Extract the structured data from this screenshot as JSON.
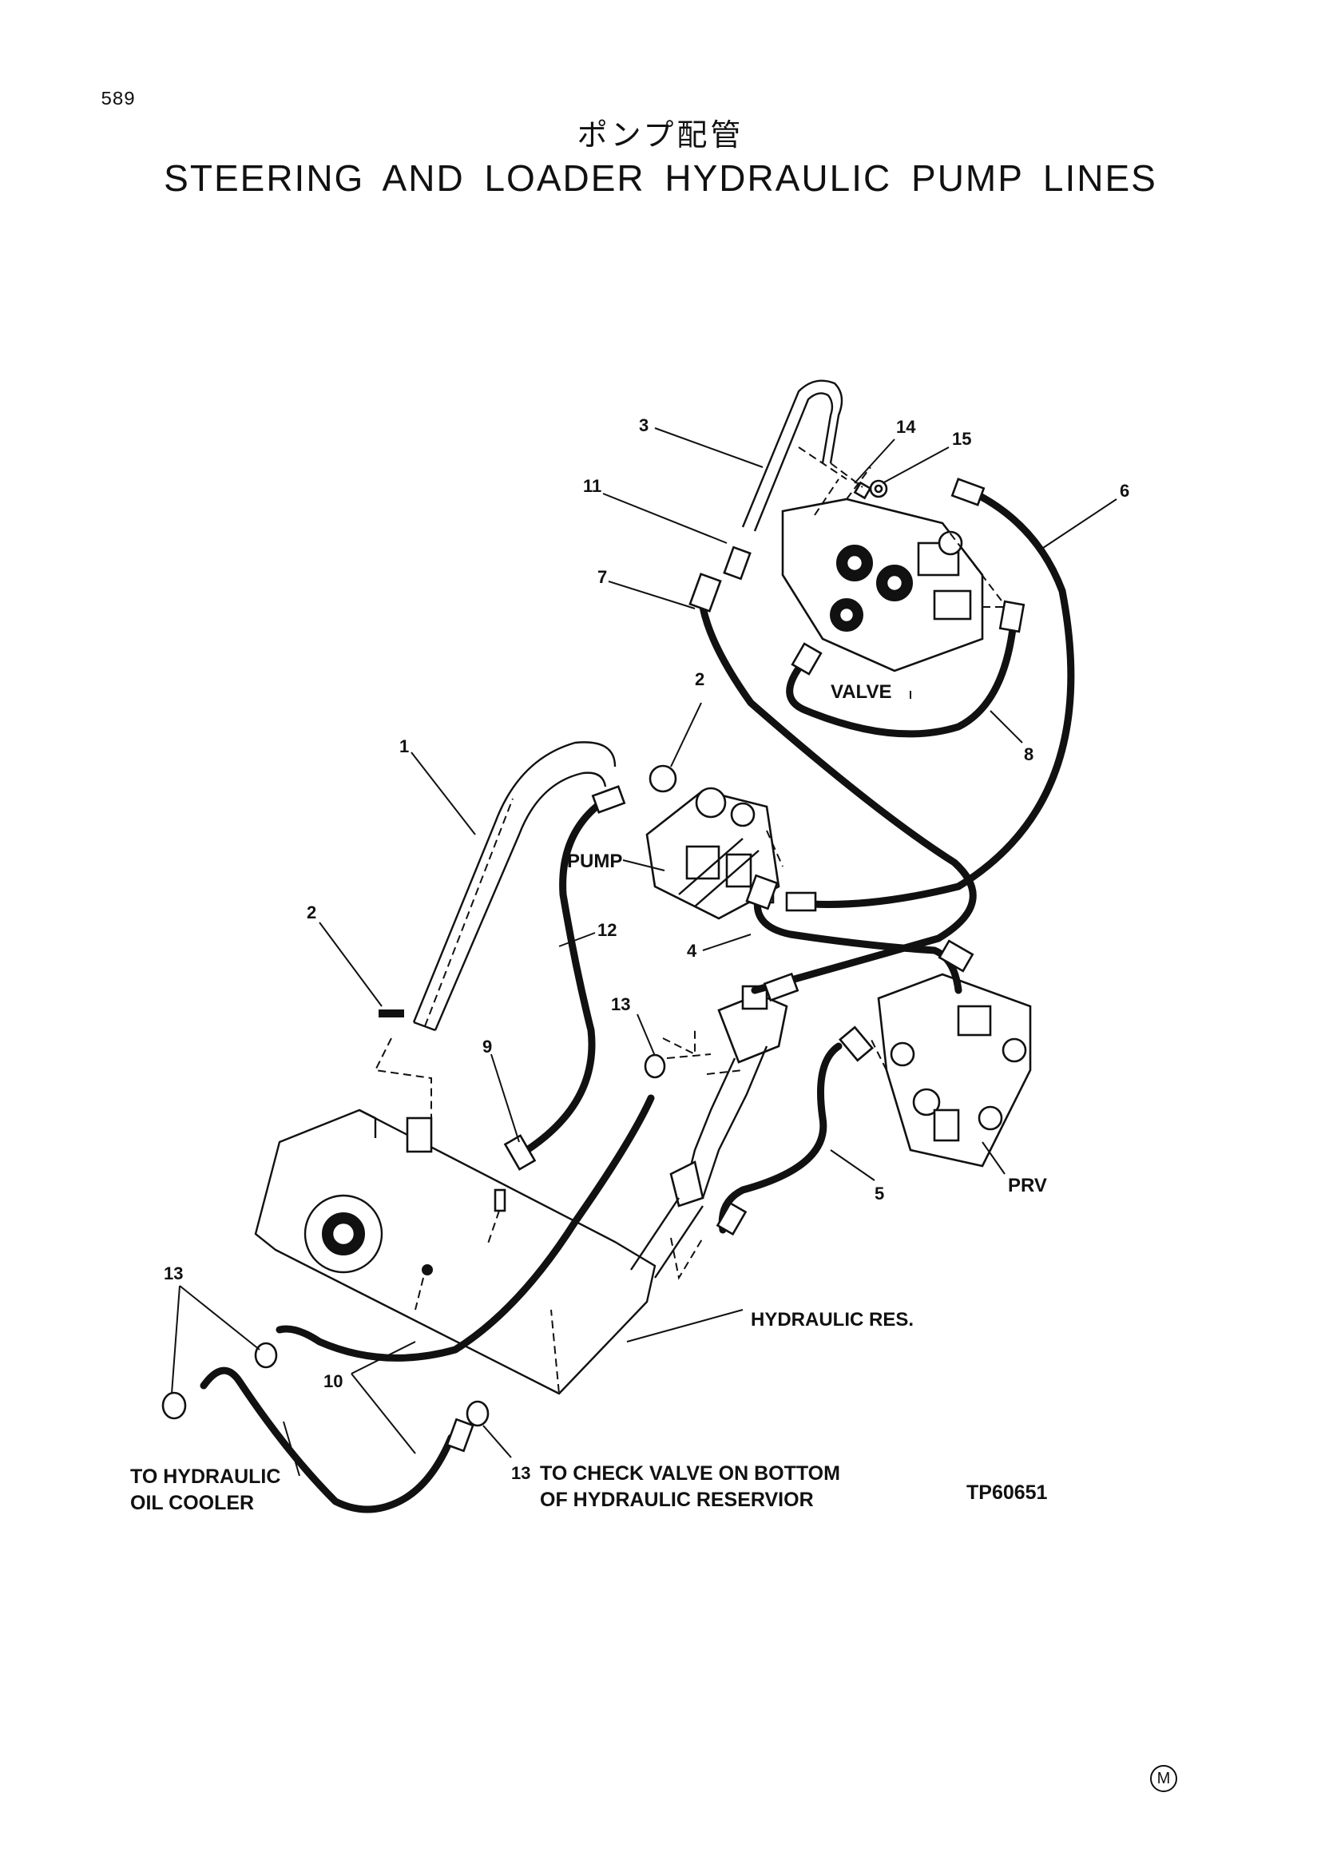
{
  "page_number": "589",
  "title_jp": "ポンプ配管",
  "title_en": "STEERING AND LOADER HYDRAULIC PUMP LINES",
  "figure_id": "TP60651",
  "components": {
    "valve": "VALVE",
    "pump": "PUMP",
    "prv": "PRV",
    "reservoir": "HYDRAULIC RES."
  },
  "callouts": {
    "c1": "1",
    "c2a": "2",
    "c2b": "2",
    "c3": "3",
    "c4": "4",
    "c5": "5",
    "c6": "6",
    "c7": "7",
    "c8": "8",
    "c9": "9",
    "c10": "10",
    "c11": "11",
    "c12": "12",
    "c13a": "13",
    "c13b": "13",
    "c13c": "13",
    "c14": "14",
    "c15": "15"
  },
  "notes": {
    "cooler_line1": "TO HYDRAULIC",
    "cooler_line2": "OIL COOLER",
    "check_line1": "TO CHECK VALVE ON BOTTOM",
    "check_line2": "OF HYDRAULIC RESERVIOR"
  },
  "trademark": "M"
}
